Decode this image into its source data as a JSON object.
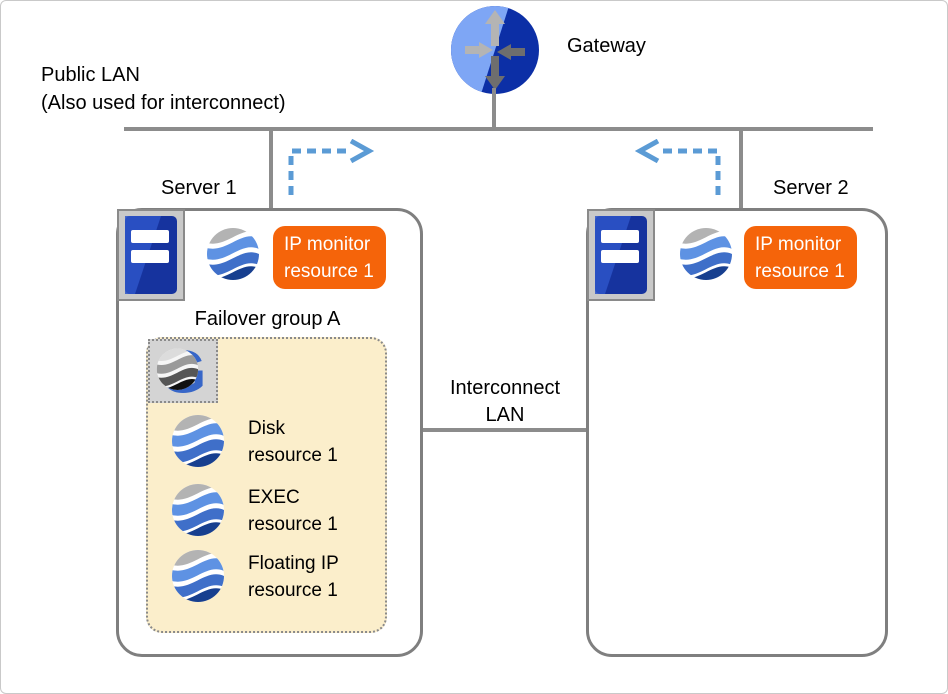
{
  "labels": {
    "gateway": "Gateway",
    "public_lan_line1": "Public LAN",
    "public_lan_line2": "(Also used for interconnect)",
    "interconnect_line1": "Interconnect",
    "interconnect_line2": "LAN"
  },
  "server1": {
    "label": "Server 1",
    "ip_monitor": {
      "line1": "IP monitor",
      "line2": "resource 1"
    },
    "failover_group": {
      "label": "Failover group A",
      "resources": [
        {
          "line1": "Disk",
          "line2": "resource 1"
        },
        {
          "line1": "EXEC",
          "line2": "resource 1"
        },
        {
          "line1": "Floating IP",
          "line2": "resource 1"
        }
      ]
    }
  },
  "server2": {
    "label": "Server 2",
    "ip_monitor": {
      "line1": "IP monitor",
      "line2": "resource 1"
    }
  },
  "icons": {
    "gateway": "router-gateway-icon",
    "server": "server-tower-icon",
    "resource": "wave-sphere-icon",
    "group": "cluster-group-g-icon",
    "failover_arrow": "dashed-arrow-icon"
  },
  "colors": {
    "line_gray": "#8c8c8c",
    "box_border": "#7f7f7f",
    "badge_orange": "#f5640a",
    "arrow_blue": "#5b9bd5",
    "group_fill": "#fbeecb",
    "gateway_light_blue": "#7ea6f5",
    "gateway_dark_blue": "#0c2fa6",
    "server_icon_blue": "#16339e",
    "wave_light_blue": "#5e92e3",
    "wave_mid_blue": "#3f6fc9",
    "wave_dark_blue": "#173f8f"
  }
}
